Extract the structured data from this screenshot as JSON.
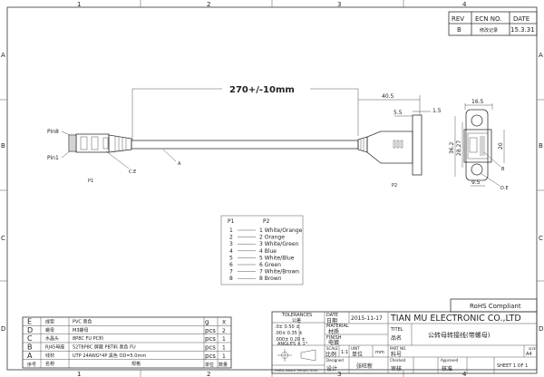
{
  "zones": {
    "columns": [
      "1",
      "2",
      "3",
      "4"
    ],
    "rows": [
      "A",
      "B",
      "C",
      "D"
    ]
  },
  "revision": {
    "headers": [
      "REV",
      "ECN NO.",
      "DATE"
    ],
    "values": [
      "B",
      "修改记录",
      "15.3.31"
    ]
  },
  "drawing": {
    "length_dim": "270+/-10mm",
    "pin8": "Pin8",
    "pin1": "Pin1",
    "label_ce": "C.E",
    "label_a": "A",
    "label_p1": "P1",
    "label_p2": "P2",
    "dim_40_5": "40.5",
    "dim_5_5": "5.5",
    "dim_1_5": "1.5",
    "dim_16_5": "16.5",
    "dim_36_2": "36.2",
    "dim_28_27": "28.27",
    "dim_20": "20",
    "dim_9_5": "9.5",
    "label_b": "B",
    "label_de": "D.E"
  },
  "pinout": {
    "header_p1": "P1",
    "header_p2": "P2",
    "rows": [
      {
        "p1": "1",
        "p2": "1 White/Orange"
      },
      {
        "p1": "2",
        "p2": "2 Orange"
      },
      {
        "p1": "3",
        "p2": "3 White/Green"
      },
      {
        "p1": "4",
        "p2": "4 Blue"
      },
      {
        "p1": "5",
        "p2": "5 White/Blue"
      },
      {
        "p1": "6",
        "p2": "6 Green"
      },
      {
        "p1": "7",
        "p2": "7 White/Brown"
      },
      {
        "p1": "8",
        "p2": "8 Brown"
      }
    ]
  },
  "bom": {
    "rows": [
      {
        "id": "E",
        "name": "成型",
        "spec": "PVC 黑色",
        "unit": "g",
        "qty": "X"
      },
      {
        "id": "D",
        "name": "螺母",
        "spec": "M3螺母",
        "unit": "pcs",
        "qty": "2"
      },
      {
        "id": "C",
        "name": "水晶头",
        "spec": "8P8C FU PC料",
        "unit": "pcs",
        "qty": "1"
      },
      {
        "id": "B",
        "name": "RJ45母座",
        "spec": "52T8P8C 屏蔽 PBT料 黑色 FU",
        "unit": "pcs",
        "qty": "1"
      },
      {
        "id": "A",
        "name": "线材",
        "spec": "UTP 24AWG*4P 黑色 OD=5.0mm",
        "unit": "pcs",
        "qty": "1"
      }
    ],
    "header": {
      "id": "序号",
      "name": "名称",
      "spec": "规格",
      "unit": "单位",
      "qty": "数量"
    }
  },
  "title_block": {
    "rohs": "RoHS Compliant",
    "tolerances": "TOLERANCES",
    "tolerances_cn": "公差",
    "tol_rows": [
      ".0± 0.50  ±",
      ".00± 0.35  ±",
      ".000± 0.20  ±"
    ],
    "angles": "ANGLES  ±  1°",
    "projection": "THIRD ANGLE PROJECTION",
    "date_label": "DATE",
    "date_cn": "日期",
    "date_value": "2015-11-17",
    "material_label": "MATERIAL",
    "material_cn": "材质",
    "finish_label": "FINISH",
    "finish_cn": "电镀",
    "scale_label": "SCALE",
    "scale_cn": "比例",
    "scale_value": "1:1",
    "unit_label": "UNIT",
    "unit_cn": "单位",
    "unit_value": "mm",
    "designed_label": "Designed",
    "designed_cn": "设计",
    "designer": "张旺新",
    "company": "TIAN MU ELECTRONIC CO.,LTD",
    "title_label": "TITEL",
    "title_cn": "品名",
    "title_value": "公转母转接线(带螺母)",
    "partno_label": "PART NO.",
    "partno_cn": "料号",
    "checked_label": "Checked",
    "checked_cn": "审核",
    "approved_label": "Approved",
    "approved_cn": "核准",
    "size_label": "SIZE",
    "size_value": "A4",
    "sheet": "SHEET 1  OF 1"
  }
}
